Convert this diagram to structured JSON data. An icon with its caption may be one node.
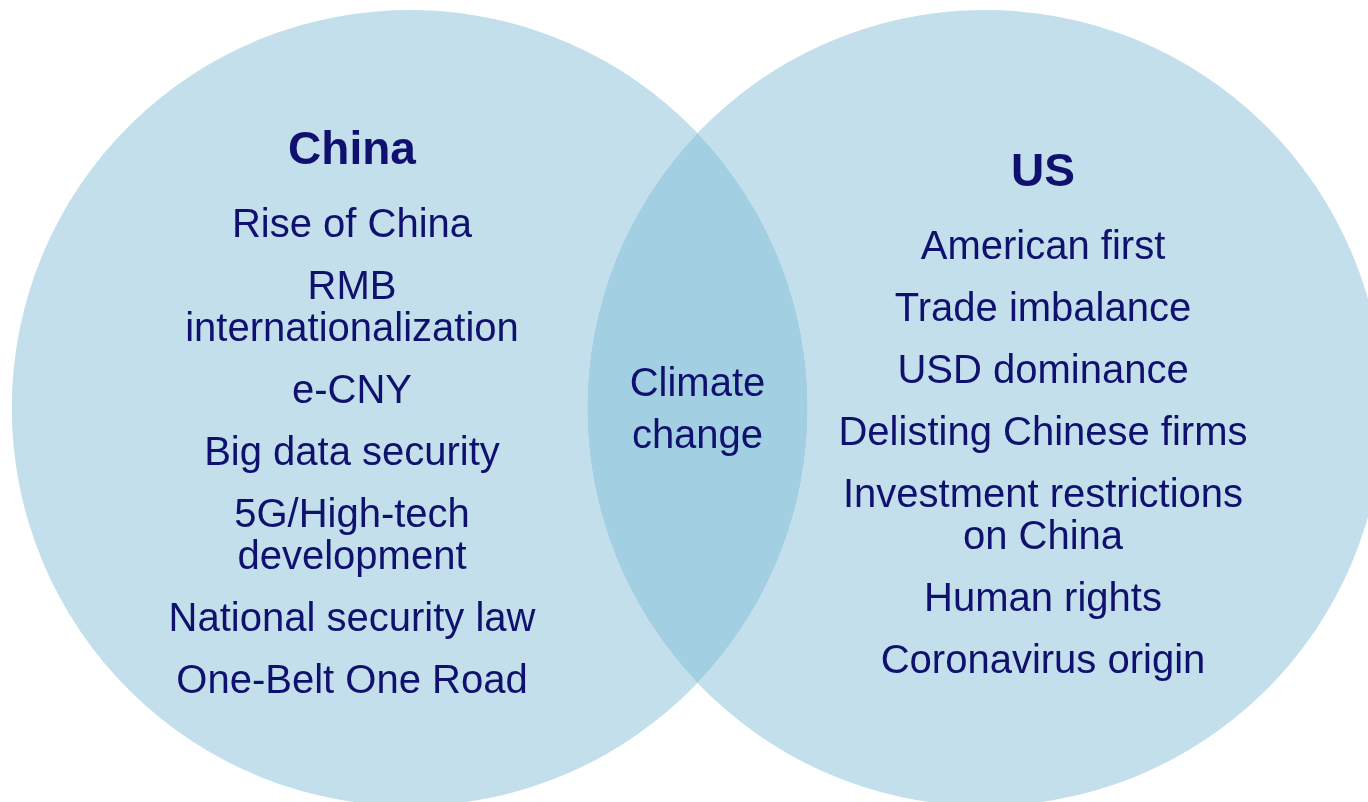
{
  "diagram": {
    "nodes": [
      {
        "text": [
          "China",
          "Rise of China",
          "RMB internationalization",
          "e-CNY",
          "Big data security",
          "5G/High-tech development",
          "National security law",
          "One-Belt One Road"
        ]
      },
      {
        "text": [
          "US",
          "American first",
          "Trade imbalance",
          "USD dominance",
          "Delisting Chinese firms",
          "Investment restrictions on China",
          "Human rights",
          "Coronavirus origin"
        ]
      },
      {
        "text": [
          "Climate change"
        ]
      }
    ]
  }
}
